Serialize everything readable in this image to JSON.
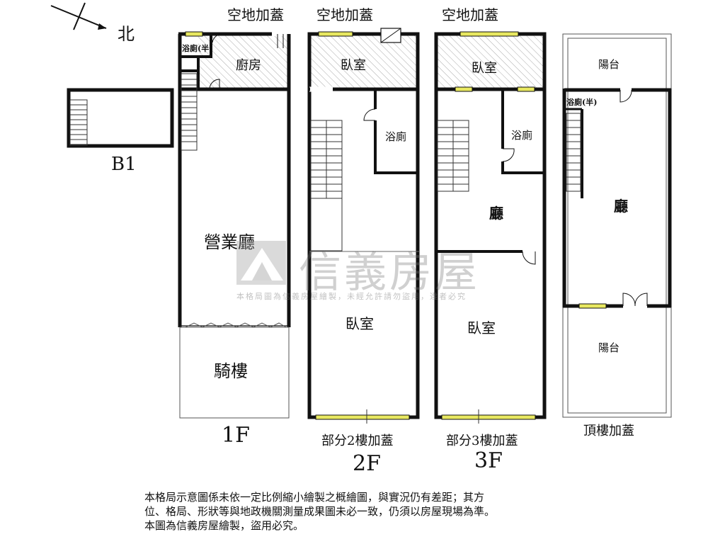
{
  "compass": {
    "label": "北"
  },
  "b1": {
    "label": "B1"
  },
  "floor1": {
    "label": "1F",
    "top_note": "空地加蓋",
    "bath": "浴廁(半)",
    "kitchen": "廚房",
    "hall": "營業廳",
    "arcade": "騎樓"
  },
  "floor2": {
    "label": "2F",
    "top_note": "空地加蓋",
    "bedroom_top": "臥室",
    "bath": "浴廁",
    "bedroom_bottom": "臥室",
    "bottom_note": "部分2樓加蓋"
  },
  "floor3": {
    "label": "3F",
    "top_note": "空地加蓋",
    "bedroom_top": "臥室",
    "bath": "浴廁",
    "living": "廳",
    "bedroom_bottom": "臥室",
    "bottom_note": "部分3樓加蓋"
  },
  "roof": {
    "label": "頂樓加蓋",
    "balcony_top": "陽台",
    "bath": "浴廁(半)",
    "living": "廳",
    "balcony_bottom": "陽台"
  },
  "watermark": {
    "brand": "信義房屋",
    "sub": "本格局圖為信義房屋繪製，未經允許請勿盜用，違者必究"
  },
  "footnote": {
    "line1": "本格局示意圖係未依一定比例縮小繪製之概繪圖，與實況仍有差距；其方",
    "line2": "位、格局、形狀等與地政機關測量成果圖未必一致，仍須以房屋現場為準。",
    "line3": "本圖為信義房屋繪製，盜用必究。"
  },
  "colors": {
    "wall": "#111111",
    "window": "#e8e860",
    "hatch": "#999999"
  }
}
